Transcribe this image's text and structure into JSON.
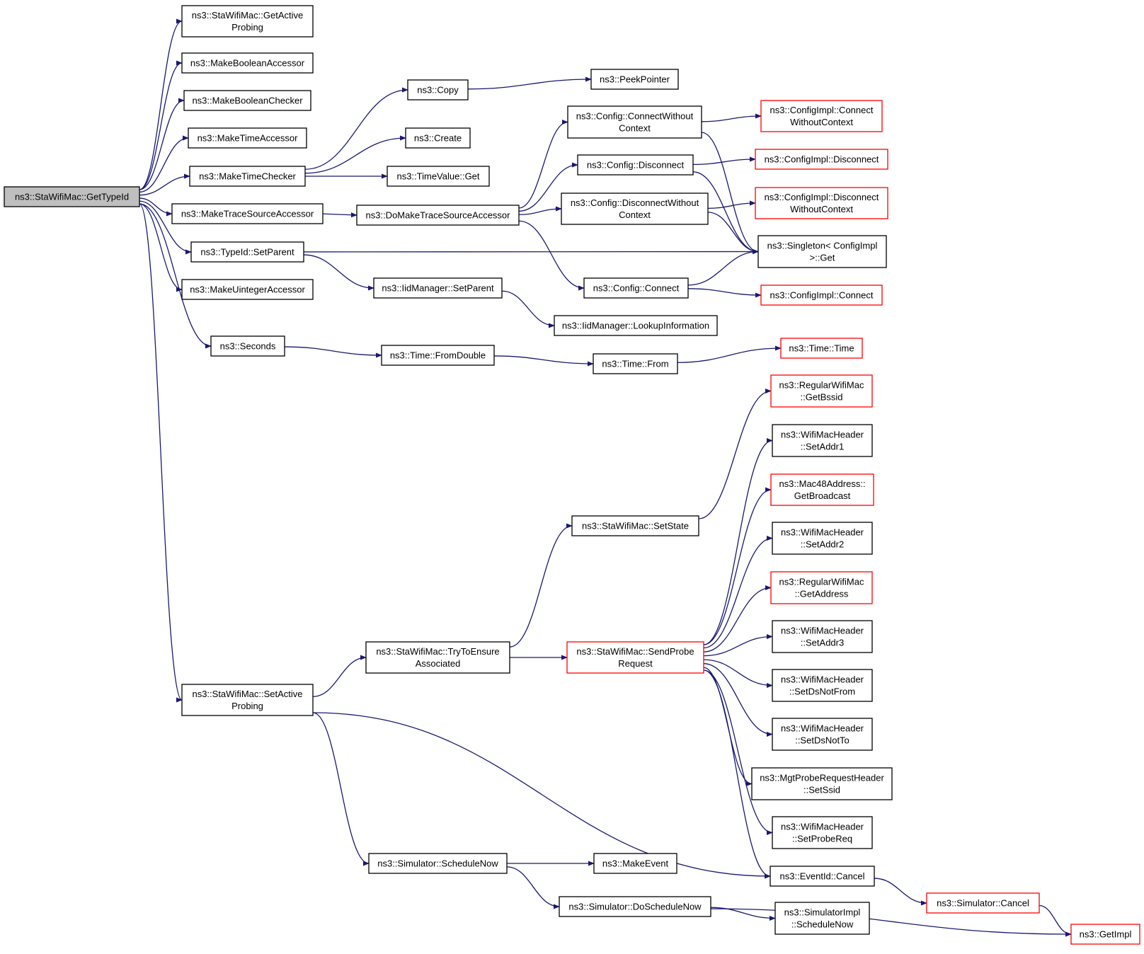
{
  "diagram": {
    "nodes": [
      {
        "id": "root",
        "lines": [
          "ns3::StaWifiMac::GetTypeId"
        ],
        "style": "root"
      },
      {
        "id": "getActiveProbing",
        "lines": [
          "ns3::StaWifiMac::GetActive",
          "Probing"
        ],
        "style": "normal"
      },
      {
        "id": "makeBooleanAccessor",
        "lines": [
          "ns3::MakeBooleanAccessor"
        ],
        "style": "normal"
      },
      {
        "id": "makeBooleanChecker",
        "lines": [
          "ns3::MakeBooleanChecker"
        ],
        "style": "normal"
      },
      {
        "id": "makeTimeAccessor",
        "lines": [
          "ns3::MakeTimeAccessor"
        ],
        "style": "normal"
      },
      {
        "id": "makeTimeChecker",
        "lines": [
          "ns3::MakeTimeChecker"
        ],
        "style": "normal"
      },
      {
        "id": "makeTraceSourceAccessor",
        "lines": [
          "ns3::MakeTraceSourceAccessor"
        ],
        "style": "normal"
      },
      {
        "id": "typeIdSetParent",
        "lines": [
          "ns3::TypeId::SetParent"
        ],
        "style": "normal"
      },
      {
        "id": "makeUintegerAccessor",
        "lines": [
          "ns3::MakeUintegerAccessor"
        ],
        "style": "normal"
      },
      {
        "id": "seconds",
        "lines": [
          "ns3::Seconds"
        ],
        "style": "normal"
      },
      {
        "id": "setActiveProbing",
        "lines": [
          "ns3::StaWifiMac::SetActive",
          "Probing"
        ],
        "style": "normal"
      },
      {
        "id": "copy",
        "lines": [
          "ns3::Copy"
        ],
        "style": "normal"
      },
      {
        "id": "create",
        "lines": [
          "ns3::Create"
        ],
        "style": "normal"
      },
      {
        "id": "timeValueGet",
        "lines": [
          "ns3::TimeValue::Get"
        ],
        "style": "normal"
      },
      {
        "id": "doMakeTraceSourceAccessor",
        "lines": [
          "ns3::DoMakeTraceSourceAccessor"
        ],
        "style": "normal"
      },
      {
        "id": "iidSetParent",
        "lines": [
          "ns3::IidManager::SetParent"
        ],
        "style": "normal"
      },
      {
        "id": "timeFromDouble",
        "lines": [
          "ns3::Time::FromDouble"
        ],
        "style": "normal"
      },
      {
        "id": "tryToEnsure",
        "lines": [
          "ns3::StaWifiMac::TryToEnsure",
          "Associated"
        ],
        "style": "normal"
      },
      {
        "id": "scheduleNow",
        "lines": [
          "ns3::Simulator::ScheduleNow"
        ],
        "style": "normal"
      },
      {
        "id": "peekPointer",
        "lines": [
          "ns3::PeekPointer"
        ],
        "style": "normal"
      },
      {
        "id": "cfgConnectWithout",
        "lines": [
          "ns3::Config::ConnectWithout",
          "Context"
        ],
        "style": "normal"
      },
      {
        "id": "cfgDisconnect",
        "lines": [
          "ns3::Config::Disconnect"
        ],
        "style": "normal"
      },
      {
        "id": "cfgDisconnectWithout",
        "lines": [
          "ns3::Config::DisconnectWithout",
          "Context"
        ],
        "style": "normal"
      },
      {
        "id": "cfgConnect",
        "lines": [
          "ns3::Config::Connect"
        ],
        "style": "normal"
      },
      {
        "id": "lookupInformation",
        "lines": [
          "ns3::IidManager::LookupInformation"
        ],
        "style": "normal"
      },
      {
        "id": "timeFrom",
        "lines": [
          "ns3::Time::From"
        ],
        "style": "normal"
      },
      {
        "id": "setState",
        "lines": [
          "ns3::StaWifiMac::SetState"
        ],
        "style": "normal"
      },
      {
        "id": "sendProbe",
        "lines": [
          "ns3::StaWifiMac::SendProbe",
          "Request"
        ],
        "style": "red"
      },
      {
        "id": "makeEvent",
        "lines": [
          "ns3::MakeEvent"
        ],
        "style": "normal"
      },
      {
        "id": "doScheduleNow",
        "lines": [
          "ns3::Simulator::DoScheduleNow"
        ],
        "style": "normal"
      },
      {
        "id": "implConnectWithout",
        "lines": [
          "ns3::ConfigImpl::Connect",
          "WithoutContext"
        ],
        "style": "red"
      },
      {
        "id": "implDisconnect",
        "lines": [
          "ns3::ConfigImpl::Disconnect"
        ],
        "style": "red"
      },
      {
        "id": "implDisconnectWithout",
        "lines": [
          "ns3::ConfigImpl::Disconnect",
          "WithoutContext"
        ],
        "style": "red"
      },
      {
        "id": "singletonGet",
        "lines": [
          "ns3::Singleton< ConfigImpl",
          " >::Get"
        ],
        "style": "normal"
      },
      {
        "id": "implConnect",
        "lines": [
          "ns3::ConfigImpl::Connect"
        ],
        "style": "red"
      },
      {
        "id": "timeTime",
        "lines": [
          "ns3::Time::Time"
        ],
        "style": "red"
      },
      {
        "id": "getBssid",
        "lines": [
          "ns3::RegularWifiMac",
          "::GetBssid"
        ],
        "style": "red"
      },
      {
        "id": "setAddr1",
        "lines": [
          "ns3::WifiMacHeader",
          "::SetAddr1"
        ],
        "style": "normal"
      },
      {
        "id": "getBroadcast",
        "lines": [
          "ns3::Mac48Address::",
          "GetBroadcast"
        ],
        "style": "red"
      },
      {
        "id": "setAddr2",
        "lines": [
          "ns3::WifiMacHeader",
          "::SetAddr2"
        ],
        "style": "normal"
      },
      {
        "id": "getAddress",
        "lines": [
          "ns3::RegularWifiMac",
          "::GetAddress"
        ],
        "style": "red"
      },
      {
        "id": "setAddr3",
        "lines": [
          "ns3::WifiMacHeader",
          "::SetAddr3"
        ],
        "style": "normal"
      },
      {
        "id": "setDsNotFrom",
        "lines": [
          "ns3::WifiMacHeader",
          "::SetDsNotFrom"
        ],
        "style": "normal"
      },
      {
        "id": "setDsNotTo",
        "lines": [
          "ns3::WifiMacHeader",
          "::SetDsNotTo"
        ],
        "style": "normal"
      },
      {
        "id": "setSsid",
        "lines": [
          "ns3::MgtProbeRequestHeader",
          "::SetSsid"
        ],
        "style": "normal"
      },
      {
        "id": "setProbeReq",
        "lines": [
          "ns3::WifiMacHeader",
          "::SetProbeReq"
        ],
        "style": "normal"
      },
      {
        "id": "eventIdCancel",
        "lines": [
          "ns3::EventId::Cancel"
        ],
        "style": "normal"
      },
      {
        "id": "implScheduleNow",
        "lines": [
          "ns3::SimulatorImpl",
          "::ScheduleNow"
        ],
        "style": "normal"
      },
      {
        "id": "simCancel",
        "lines": [
          "ns3::Simulator::Cancel"
        ],
        "style": "red"
      },
      {
        "id": "getImpl",
        "lines": [
          "ns3::GetImpl"
        ],
        "style": "red"
      }
    ],
    "edges": [
      [
        "root",
        "getActiveProbing"
      ],
      [
        "root",
        "makeBooleanAccessor"
      ],
      [
        "root",
        "makeBooleanChecker"
      ],
      [
        "root",
        "makeTimeAccessor"
      ],
      [
        "root",
        "makeTimeChecker"
      ],
      [
        "root",
        "makeTraceSourceAccessor"
      ],
      [
        "root",
        "typeIdSetParent"
      ],
      [
        "root",
        "makeUintegerAccessor"
      ],
      [
        "root",
        "seconds"
      ],
      [
        "root",
        "setActiveProbing"
      ],
      [
        "makeTimeChecker",
        "copy"
      ],
      [
        "makeTimeChecker",
        "create"
      ],
      [
        "makeTimeChecker",
        "timeValueGet"
      ],
      [
        "copy",
        "peekPointer"
      ],
      [
        "makeTraceSourceAccessor",
        "doMakeTraceSourceAccessor"
      ],
      [
        "doMakeTraceSourceAccessor",
        "cfgConnectWithout"
      ],
      [
        "doMakeTraceSourceAccessor",
        "cfgDisconnect"
      ],
      [
        "doMakeTraceSourceAccessor",
        "cfgDisconnectWithout"
      ],
      [
        "doMakeTraceSourceAccessor",
        "cfgConnect"
      ],
      [
        "cfgConnectWithout",
        "implConnectWithout"
      ],
      [
        "cfgConnectWithout",
        "singletonGet"
      ],
      [
        "cfgDisconnect",
        "implDisconnect"
      ],
      [
        "cfgDisconnect",
        "singletonGet"
      ],
      [
        "cfgDisconnectWithout",
        "implDisconnectWithout"
      ],
      [
        "cfgDisconnectWithout",
        "singletonGet"
      ],
      [
        "cfgConnect",
        "singletonGet"
      ],
      [
        "cfgConnect",
        "implConnect"
      ],
      [
        "typeIdSetParent",
        "singletonGet"
      ],
      [
        "typeIdSetParent",
        "iidSetParent"
      ],
      [
        "iidSetParent",
        "lookupInformation"
      ],
      [
        "seconds",
        "timeFromDouble"
      ],
      [
        "timeFromDouble",
        "timeFrom"
      ],
      [
        "timeFrom",
        "timeTime"
      ],
      [
        "setActiveProbing",
        "tryToEnsure"
      ],
      [
        "setActiveProbing",
        "scheduleNow"
      ],
      [
        "setActiveProbing",
        "eventIdCancel"
      ],
      [
        "tryToEnsure",
        "setState"
      ],
      [
        "tryToEnsure",
        "sendProbe"
      ],
      [
        "setState",
        "getBssid"
      ],
      [
        "sendProbe",
        "setAddr1"
      ],
      [
        "sendProbe",
        "getBroadcast"
      ],
      [
        "sendProbe",
        "setAddr2"
      ],
      [
        "sendProbe",
        "getAddress"
      ],
      [
        "sendProbe",
        "setAddr3"
      ],
      [
        "sendProbe",
        "setDsNotFrom"
      ],
      [
        "sendProbe",
        "setDsNotTo"
      ],
      [
        "sendProbe",
        "setSsid"
      ],
      [
        "sendProbe",
        "setProbeReq"
      ],
      [
        "sendProbe",
        "eventIdCancel"
      ],
      [
        "scheduleNow",
        "makeEvent"
      ],
      [
        "scheduleNow",
        "doScheduleNow"
      ],
      [
        "doScheduleNow",
        "implScheduleNow"
      ],
      [
        "doScheduleNow",
        "getImpl"
      ],
      [
        "eventIdCancel",
        "simCancel"
      ],
      [
        "simCancel",
        "getImpl"
      ]
    ]
  }
}
